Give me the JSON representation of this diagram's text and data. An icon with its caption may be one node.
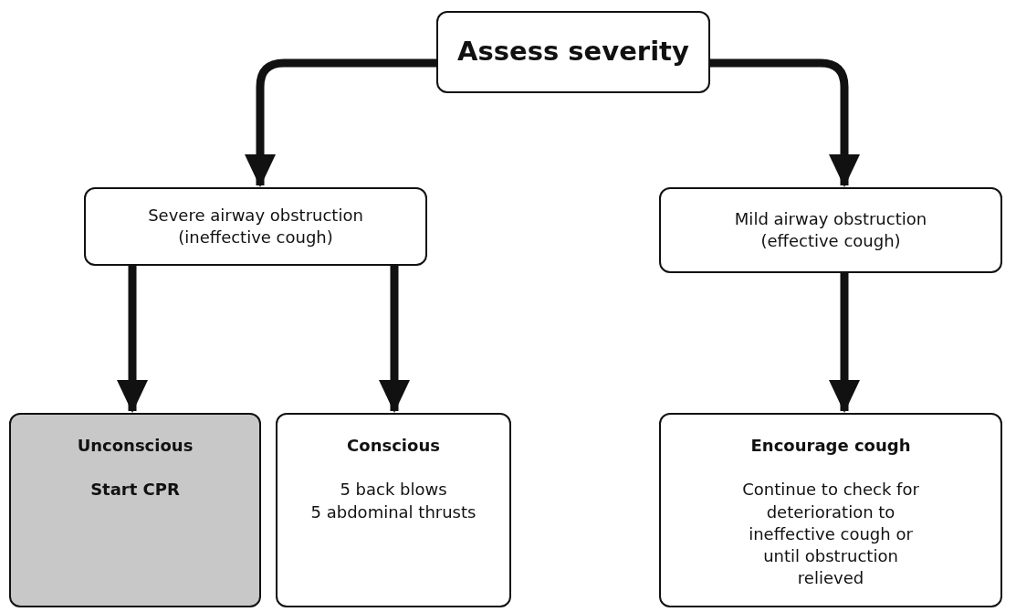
{
  "diagram": {
    "nodes": [
      {
        "text": [
          "Assess severity"
        ]
      },
      {
        "text": [
          "Severe airway obstruction (ineffective cough)"
        ]
      },
      {
        "text": [
          "Mild airway obstruction (effective cough)"
        ]
      },
      {
        "text": [
          "Unconscious",
          "Start CPR"
        ]
      },
      {
        "text": [
          "Conscious",
          "5 back blows",
          "5 abdominal thrusts"
        ]
      },
      {
        "text": [
          "Encourage cough",
          "Continue to check for deterioration to ineffective cough or until obstruction relieved"
        ]
      }
    ],
    "edges": [
      {
        "from": 0,
        "to": 1,
        "arrow": "to"
      },
      {
        "from": 0,
        "to": 2,
        "arrow": "to"
      },
      {
        "from": 1,
        "to": 3,
        "arrow": "to"
      },
      {
        "from": 1,
        "to": 4,
        "arrow": "to"
      },
      {
        "from": 2,
        "to": 5,
        "arrow": "to"
      }
    ]
  }
}
